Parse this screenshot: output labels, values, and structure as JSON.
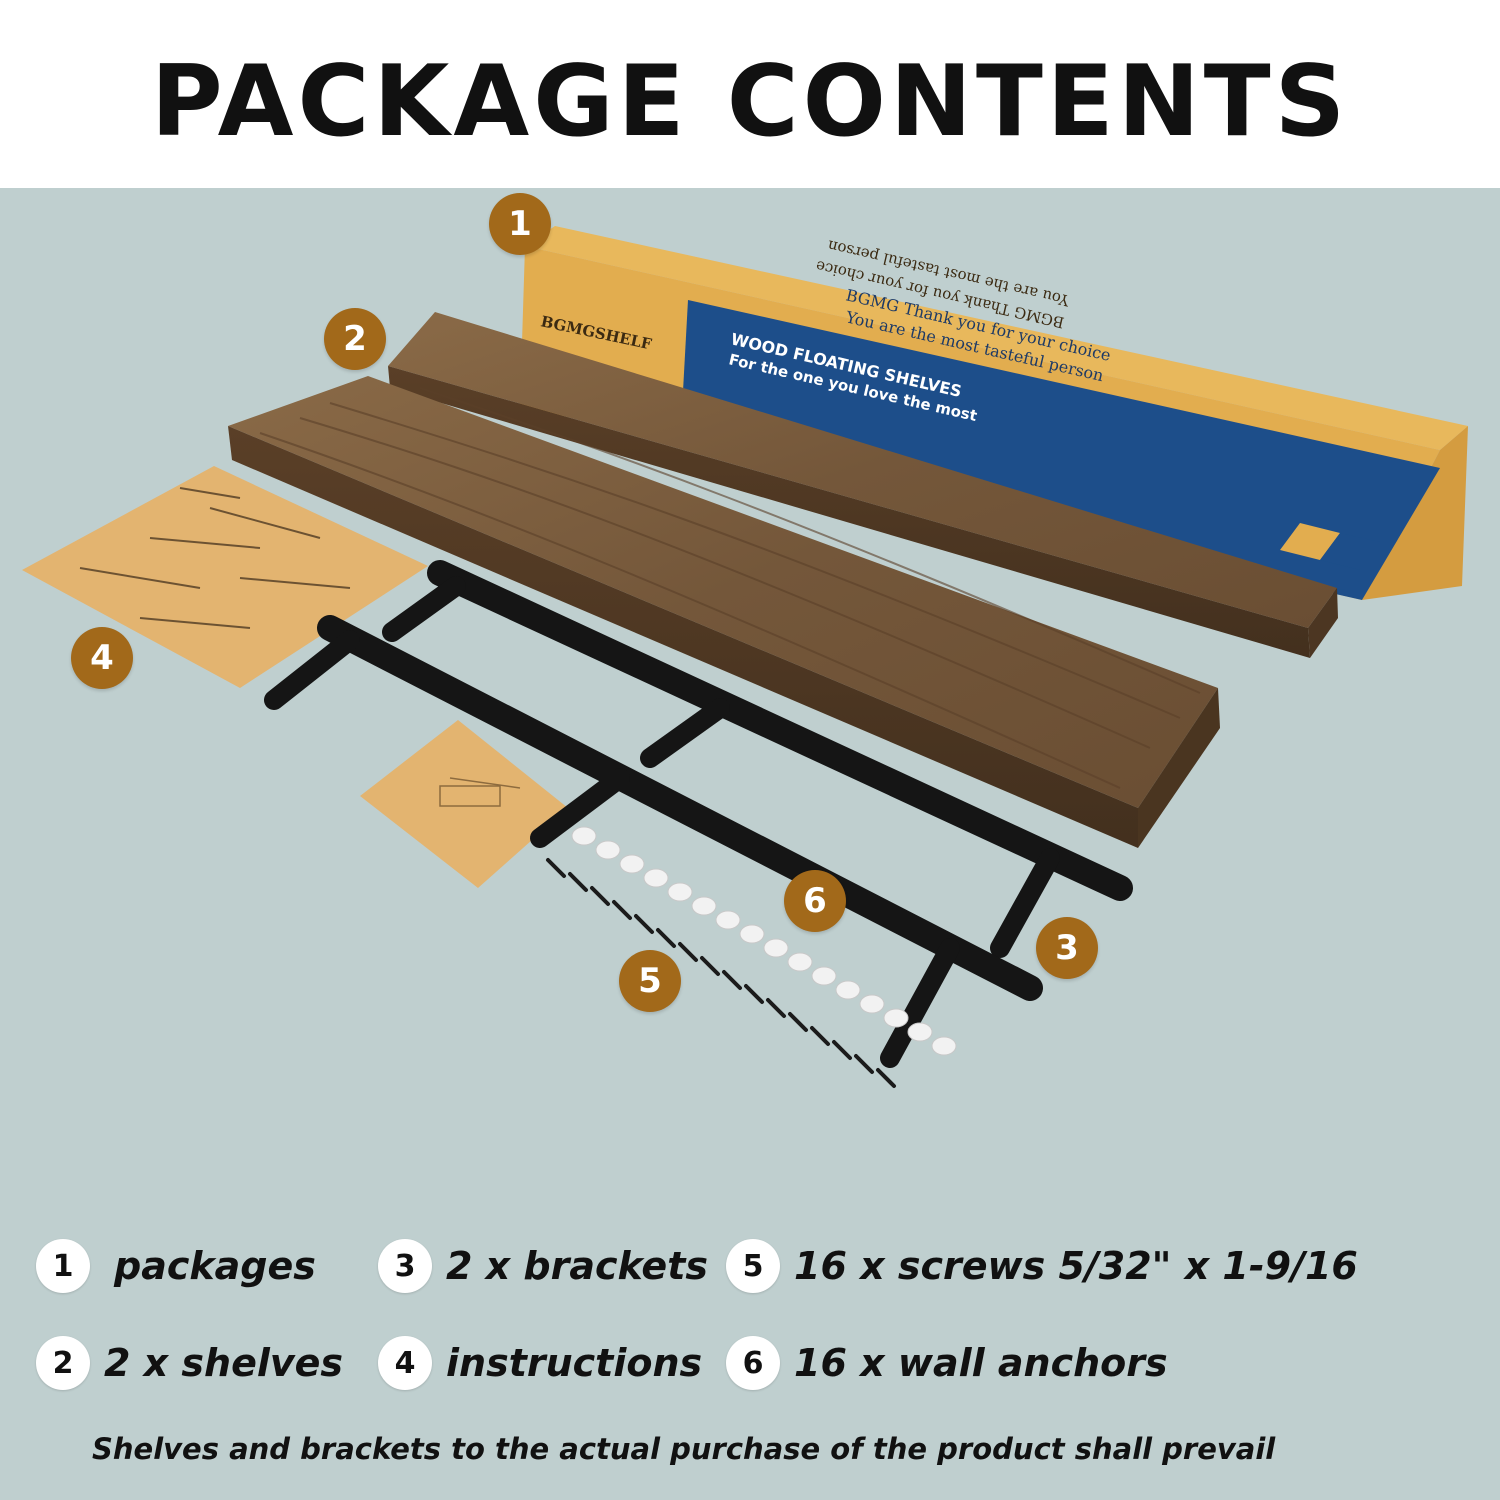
{
  "title": "PACKAGE CONTENTS",
  "box": {
    "brand": "BGMGSHELF",
    "side_text_1": "WOOD FLOATING SHELVES",
    "side_text_2": "For the one you love the most",
    "side_text_3": "BGMG Thank you for your choice",
    "side_text_4": "You are the most tasteful person",
    "top_text_1": "BGMG Thank you for your choice",
    "top_text_2": "You are the most tasteful person"
  },
  "markers": [
    "1",
    "2",
    "3",
    "4",
    "5",
    "6"
  ],
  "legend": [
    {
      "num": "1",
      "label": "packages"
    },
    {
      "num": "3",
      "label": "2 x brackets"
    },
    {
      "num": "5",
      "label": "16 x screws 5/32\" x 1-9/16"
    },
    {
      "num": "2",
      "label": "2 x shelves"
    },
    {
      "num": "4",
      "label": "instructions"
    },
    {
      "num": "6",
      "label": "16 x wall anchors"
    }
  ],
  "note": "Shelves and brackets to the actual purchase of the product shall prevail",
  "colors": {
    "background": "#bfcfcf",
    "marker": "#a2691a",
    "cardboard": "#e2ad4f",
    "box_blue": "#1d4e8a",
    "wood": "#7a5a3b",
    "bracket": "#151515",
    "paper": "#e3b470"
  }
}
